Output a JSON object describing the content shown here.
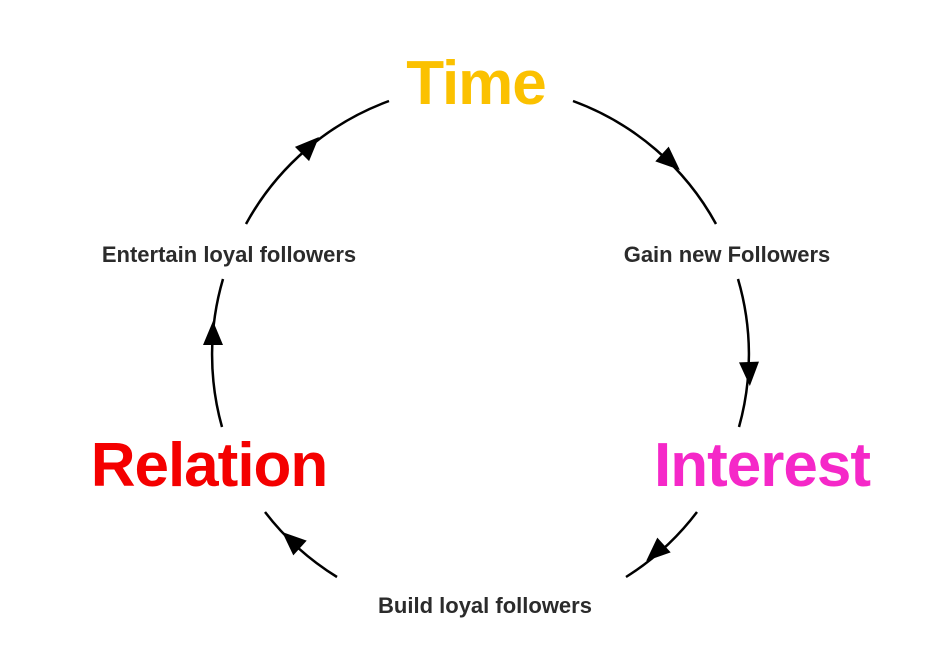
{
  "colors": {
    "time": "#FBC100",
    "interest": "#F528C8",
    "relation": "#F40000",
    "connector": "#000000",
    "edge_text": "#2b2b2b"
  },
  "nodes": {
    "time": "Time",
    "interest": "Interest",
    "relation": "Relation"
  },
  "edges": {
    "gain": "Gain new Followers",
    "build": "Build loyal followers",
    "entertain": "Entertain loyal followers"
  }
}
